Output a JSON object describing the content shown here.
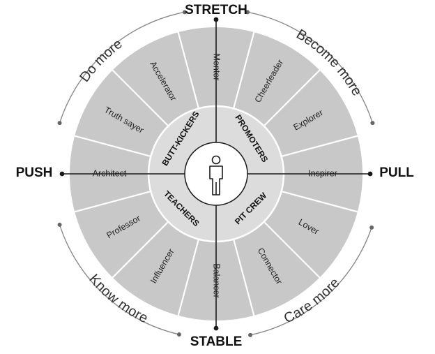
{
  "axes": {
    "top": "STRETCH",
    "bottom": "STABLE",
    "left": "PUSH",
    "right": "PULL"
  },
  "outer_arcs": [
    "Do more",
    "Become more",
    "Care more",
    "Know more"
  ],
  "roles": [
    "Cheerleader",
    "Explorer",
    "Inspirer",
    "Lover",
    "Connector",
    "Balancer",
    "Influencer",
    "Professor",
    "Architect",
    "Truth sayer",
    "Accelerator",
    "Mentor"
  ],
  "groups": [
    "PROMOTERS",
    "PIT CREW",
    "TEACHERS",
    "BUTT-KICKERS"
  ],
  "center_icon": "person-icon",
  "colors": {
    "outer_ring": "#c8c8c8",
    "inner_ring": "#dcdcdc",
    "lines": "#1a1a1a",
    "dividers": "#ffffff",
    "arcs": "#8a8a8a"
  }
}
